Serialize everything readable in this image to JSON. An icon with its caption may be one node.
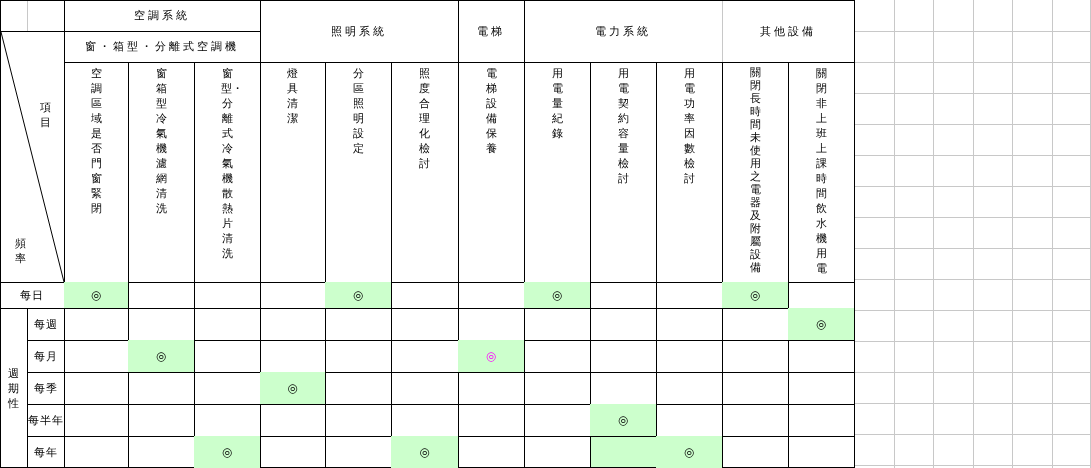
{
  "diagram": {
    "labels": [
      "空調系統",
      "照明系統",
      "電梯",
      "電力系統",
      "其他設備",
      "窗・箱型・分離式空調機",
      "項目",
      "空調區域是否門窗緊閉",
      "窗箱型冷氣機濾網清洗",
      "窗型・分離式冷氣機散熱片清洗",
      "燈具清潔",
      "分區照明設定",
      "照度合理化檢討",
      "電梯設備保養",
      "用電量紀錄",
      "用電契約容量檢討",
      "用電功率因數檢討",
      "關閉長時間未使用之電器及附屬設備",
      "關閉非上班上課時間飲水機用電",
      "頻率",
      "每日",
      "◎",
      "◎",
      "◎",
      "◎",
      "週期性",
      "每週",
      "◎",
      "每月",
      "◎",
      "◎",
      "每季",
      "◎",
      "每半年",
      "◎",
      "每年",
      "◎",
      "◎",
      "◎"
    ]
  }
}
